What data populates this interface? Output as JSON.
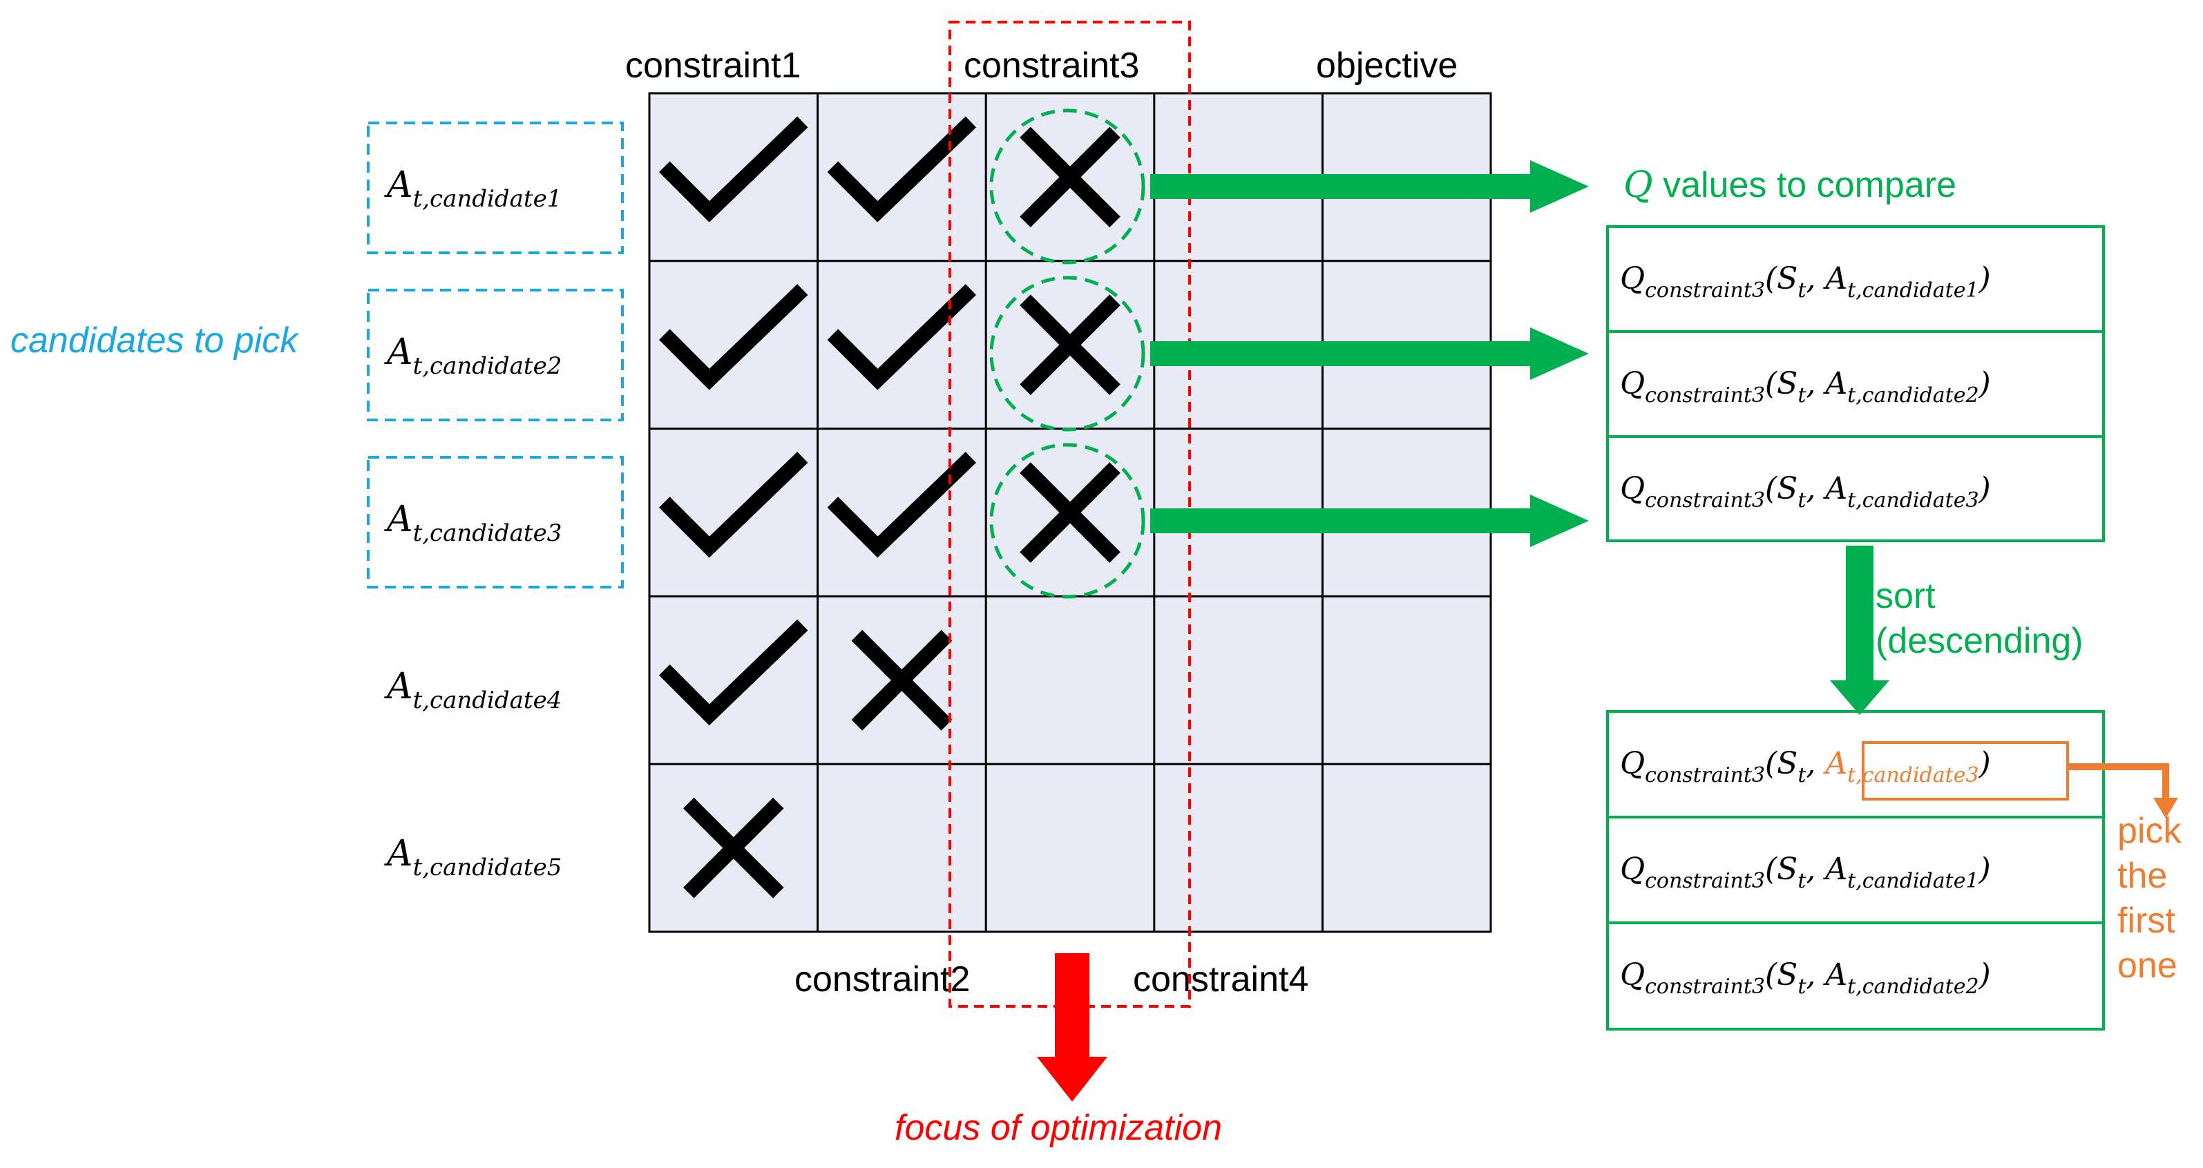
{
  "headers": {
    "constraint1": "constraint1",
    "constraint2": "constraint2",
    "constraint3": "constraint3",
    "constraint4": "constraint4",
    "objective": "objective"
  },
  "candidates": [
    {
      "base": "A",
      "sub": "t,candidate1"
    },
    {
      "base": "A",
      "sub": "t,candidate2"
    },
    {
      "base": "A",
      "sub": "t,candidate3"
    },
    {
      "base": "A",
      "sub": "t,candidate4"
    },
    {
      "base": "A",
      "sub": "t,candidate5"
    }
  ],
  "grid_marks": [
    [
      "check",
      "check",
      "cross",
      "",
      ""
    ],
    [
      "check",
      "check",
      "cross",
      "",
      ""
    ],
    [
      "check",
      "check",
      "cross",
      "",
      ""
    ],
    [
      "check",
      "cross",
      "",
      "",
      ""
    ],
    [
      "cross",
      "",
      "",
      "",
      ""
    ]
  ],
  "labels": {
    "candidates_to_pick": "candidates to pick",
    "q_values_symbol": "Q",
    "q_values_rest": " values to compare",
    "sort_line1": "sort",
    "sort_line2": "(descending)",
    "pick_lines": [
      "pick",
      "the",
      "first",
      "one"
    ],
    "focus": "focus of optimization"
  },
  "q_compare": [
    {
      "q": "Q",
      "qsub": "constraint3",
      "open": "(",
      "s": "S",
      "ssub": "t",
      "sep": ", ",
      "a": "A",
      "asub": "t,candidate1",
      "close": ")"
    },
    {
      "q": "Q",
      "qsub": "constraint3",
      "open": "(",
      "s": "S",
      "ssub": "t",
      "sep": ", ",
      "a": "A",
      "asub": "t,candidate2",
      "close": ")"
    },
    {
      "q": "Q",
      "qsub": "constraint3",
      "open": "(",
      "s": "S",
      "ssub": "t",
      "sep": ", ",
      "a": "A",
      "asub": "t,candidate3",
      "close": ")"
    }
  ],
  "q_sorted": [
    {
      "q": "Q",
      "qsub": "constraint3",
      "open": "(",
      "s": "S",
      "ssub": "t",
      "sep": ", ",
      "a": "A",
      "asub": "t,candidate3",
      "close": ")"
    },
    {
      "q": "Q",
      "qsub": "constraint3",
      "open": "(",
      "s": "S",
      "ssub": "t",
      "sep": ", ",
      "a": "A",
      "asub": "t,candidate1",
      "close": ")"
    },
    {
      "q": "Q",
      "qsub": "constraint3",
      "open": "(",
      "s": "S",
      "ssub": "t",
      "sep": ", ",
      "a": "A",
      "asub": "t,candidate2",
      "close": ")"
    }
  ],
  "colors": {
    "grid_fill": "#e8ebf5",
    "green": "#00b050",
    "red": "#ff0000",
    "orange": "#ed7d31",
    "blue": "#1aa7e0"
  }
}
